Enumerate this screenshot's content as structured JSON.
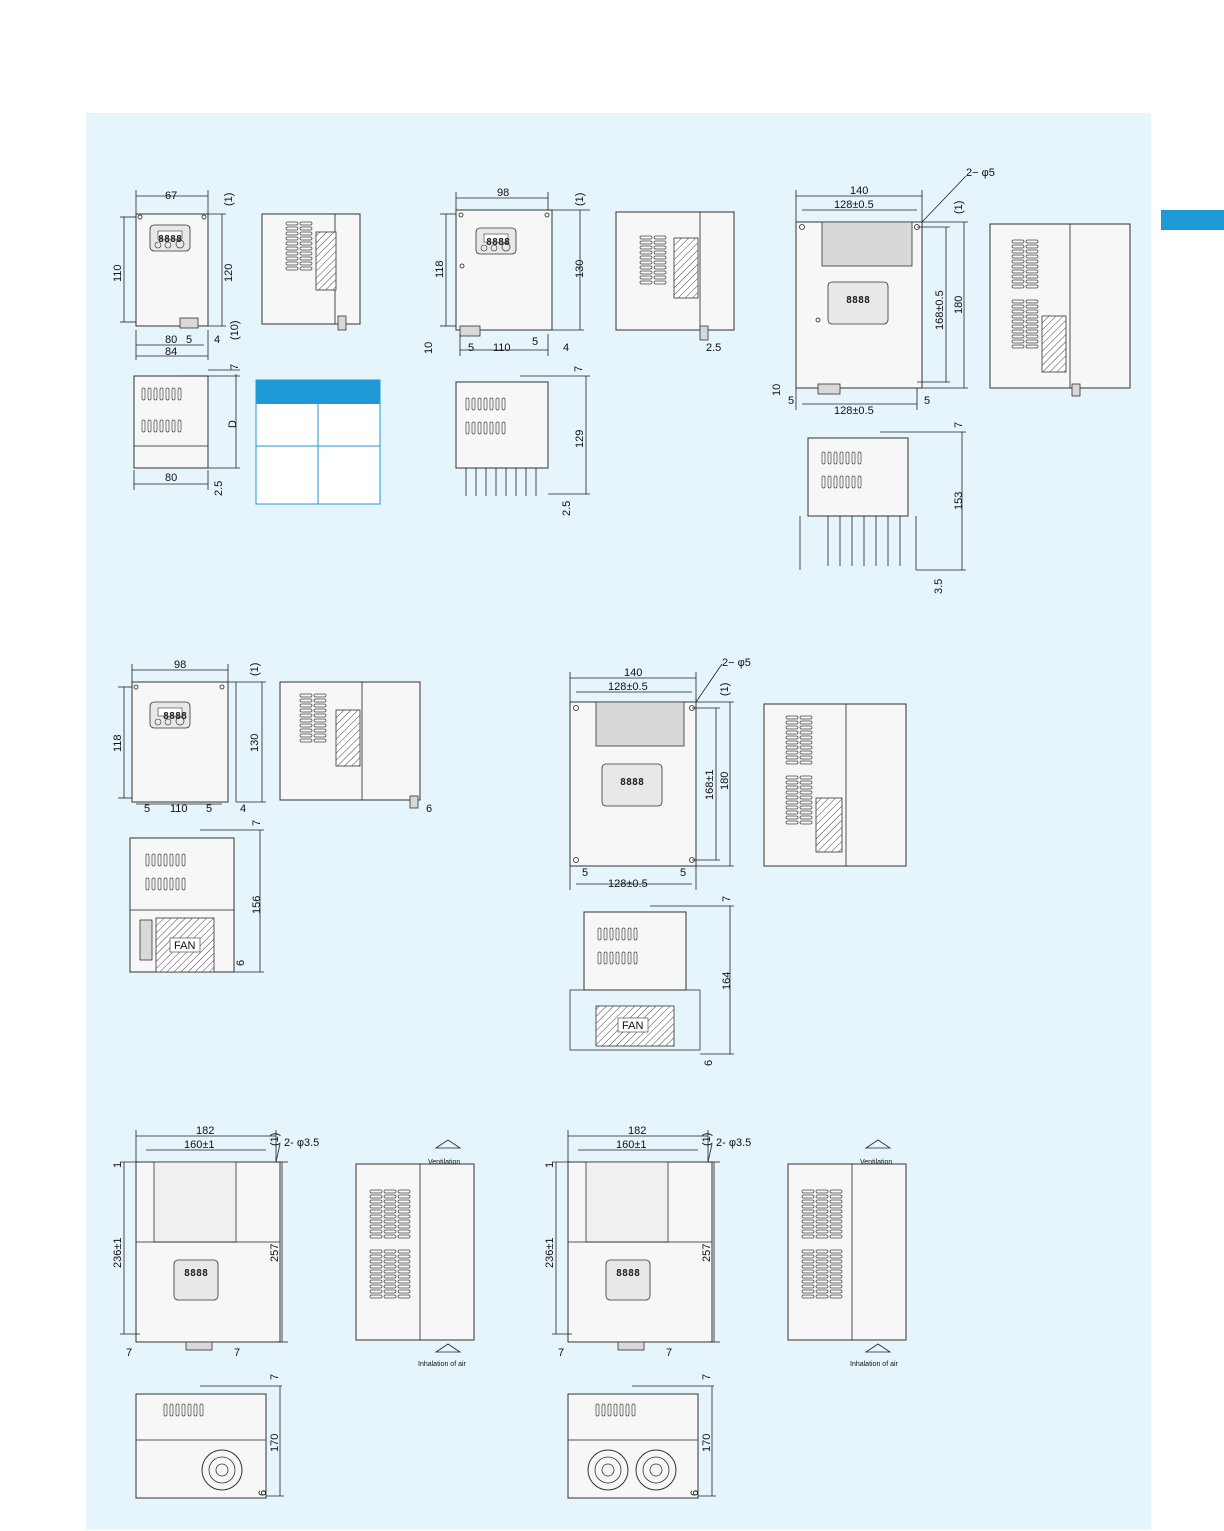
{
  "colors": {
    "panel": "#e6f4fc",
    "accent_tab": "#1e9ad6",
    "table_header": "#1e9ad6"
  },
  "display_digits": "8888",
  "fan_label": "FAN",
  "airflow": {
    "ventilation": "Ventilation",
    "inhalation": "Inhalation of air"
  },
  "table_d": {
    "label": "D"
  },
  "dims": {
    "d1": {
      "w67": "67",
      "h110": "110",
      "h120": "120",
      "w80": "80",
      "w84": "84",
      "one": "(1)",
      "ten": "(10)",
      "five": "5",
      "four": "4",
      "seven": "7",
      "d": "D",
      "w80b": "80",
      "two5": "2.5"
    },
    "d2": {
      "w98": "98",
      "h118": "118",
      "h130": "130",
      "one": "(1)",
      "ten": "10",
      "five_a": "5",
      "w110": "110",
      "five_b": "5",
      "four": "4",
      "two5a": "2.5",
      "seven": "7",
      "h129": "129",
      "two5b": "2.5"
    },
    "d3": {
      "w140": "140",
      "w128": "128±0.5",
      "hole": "2− φ5",
      "one": "(1)",
      "h168": "168±0.5",
      "h180": "180",
      "ten": "10",
      "five_a": "5",
      "w128b": "128±0.5",
      "five_b": "5",
      "seven": "7",
      "h153": "153",
      "three5": "3.5"
    },
    "d4": {
      "w98": "98",
      "one": "(1)",
      "h118": "118",
      "h130": "130",
      "five_a": "5",
      "w110": "110",
      "five_b": "5",
      "four": "4",
      "six": "6",
      "seven": "7",
      "h156": "156",
      "six_b": "6"
    },
    "d5": {
      "w140": "140",
      "w128": "128±0.5",
      "hole": "2− φ5",
      "one": "(1)",
      "h168": "168±1",
      "h180": "180",
      "five_a": "5",
      "w128b": "128±0.5",
      "five_b": "5",
      "seven": "7",
      "h164": "164",
      "six": "6"
    },
    "d6": {
      "w182": "182",
      "w160": "160±1",
      "one": "(1)",
      "hole": "2- φ3.5",
      "one_b": "1",
      "h236": "236±1",
      "h257": "257",
      "seven_a": "7",
      "seven_b": "7",
      "seven_c": "7",
      "h170": "170",
      "six": "6"
    },
    "d7": {
      "w182": "182",
      "w160": "160±1",
      "one": "(1)",
      "hole": "2- φ3.5",
      "one_b": "1",
      "h236": "236±1",
      "h257": "257",
      "seven_a": "7",
      "seven_b": "7",
      "seven_c": "7",
      "h170": "170",
      "six": "6"
    }
  }
}
